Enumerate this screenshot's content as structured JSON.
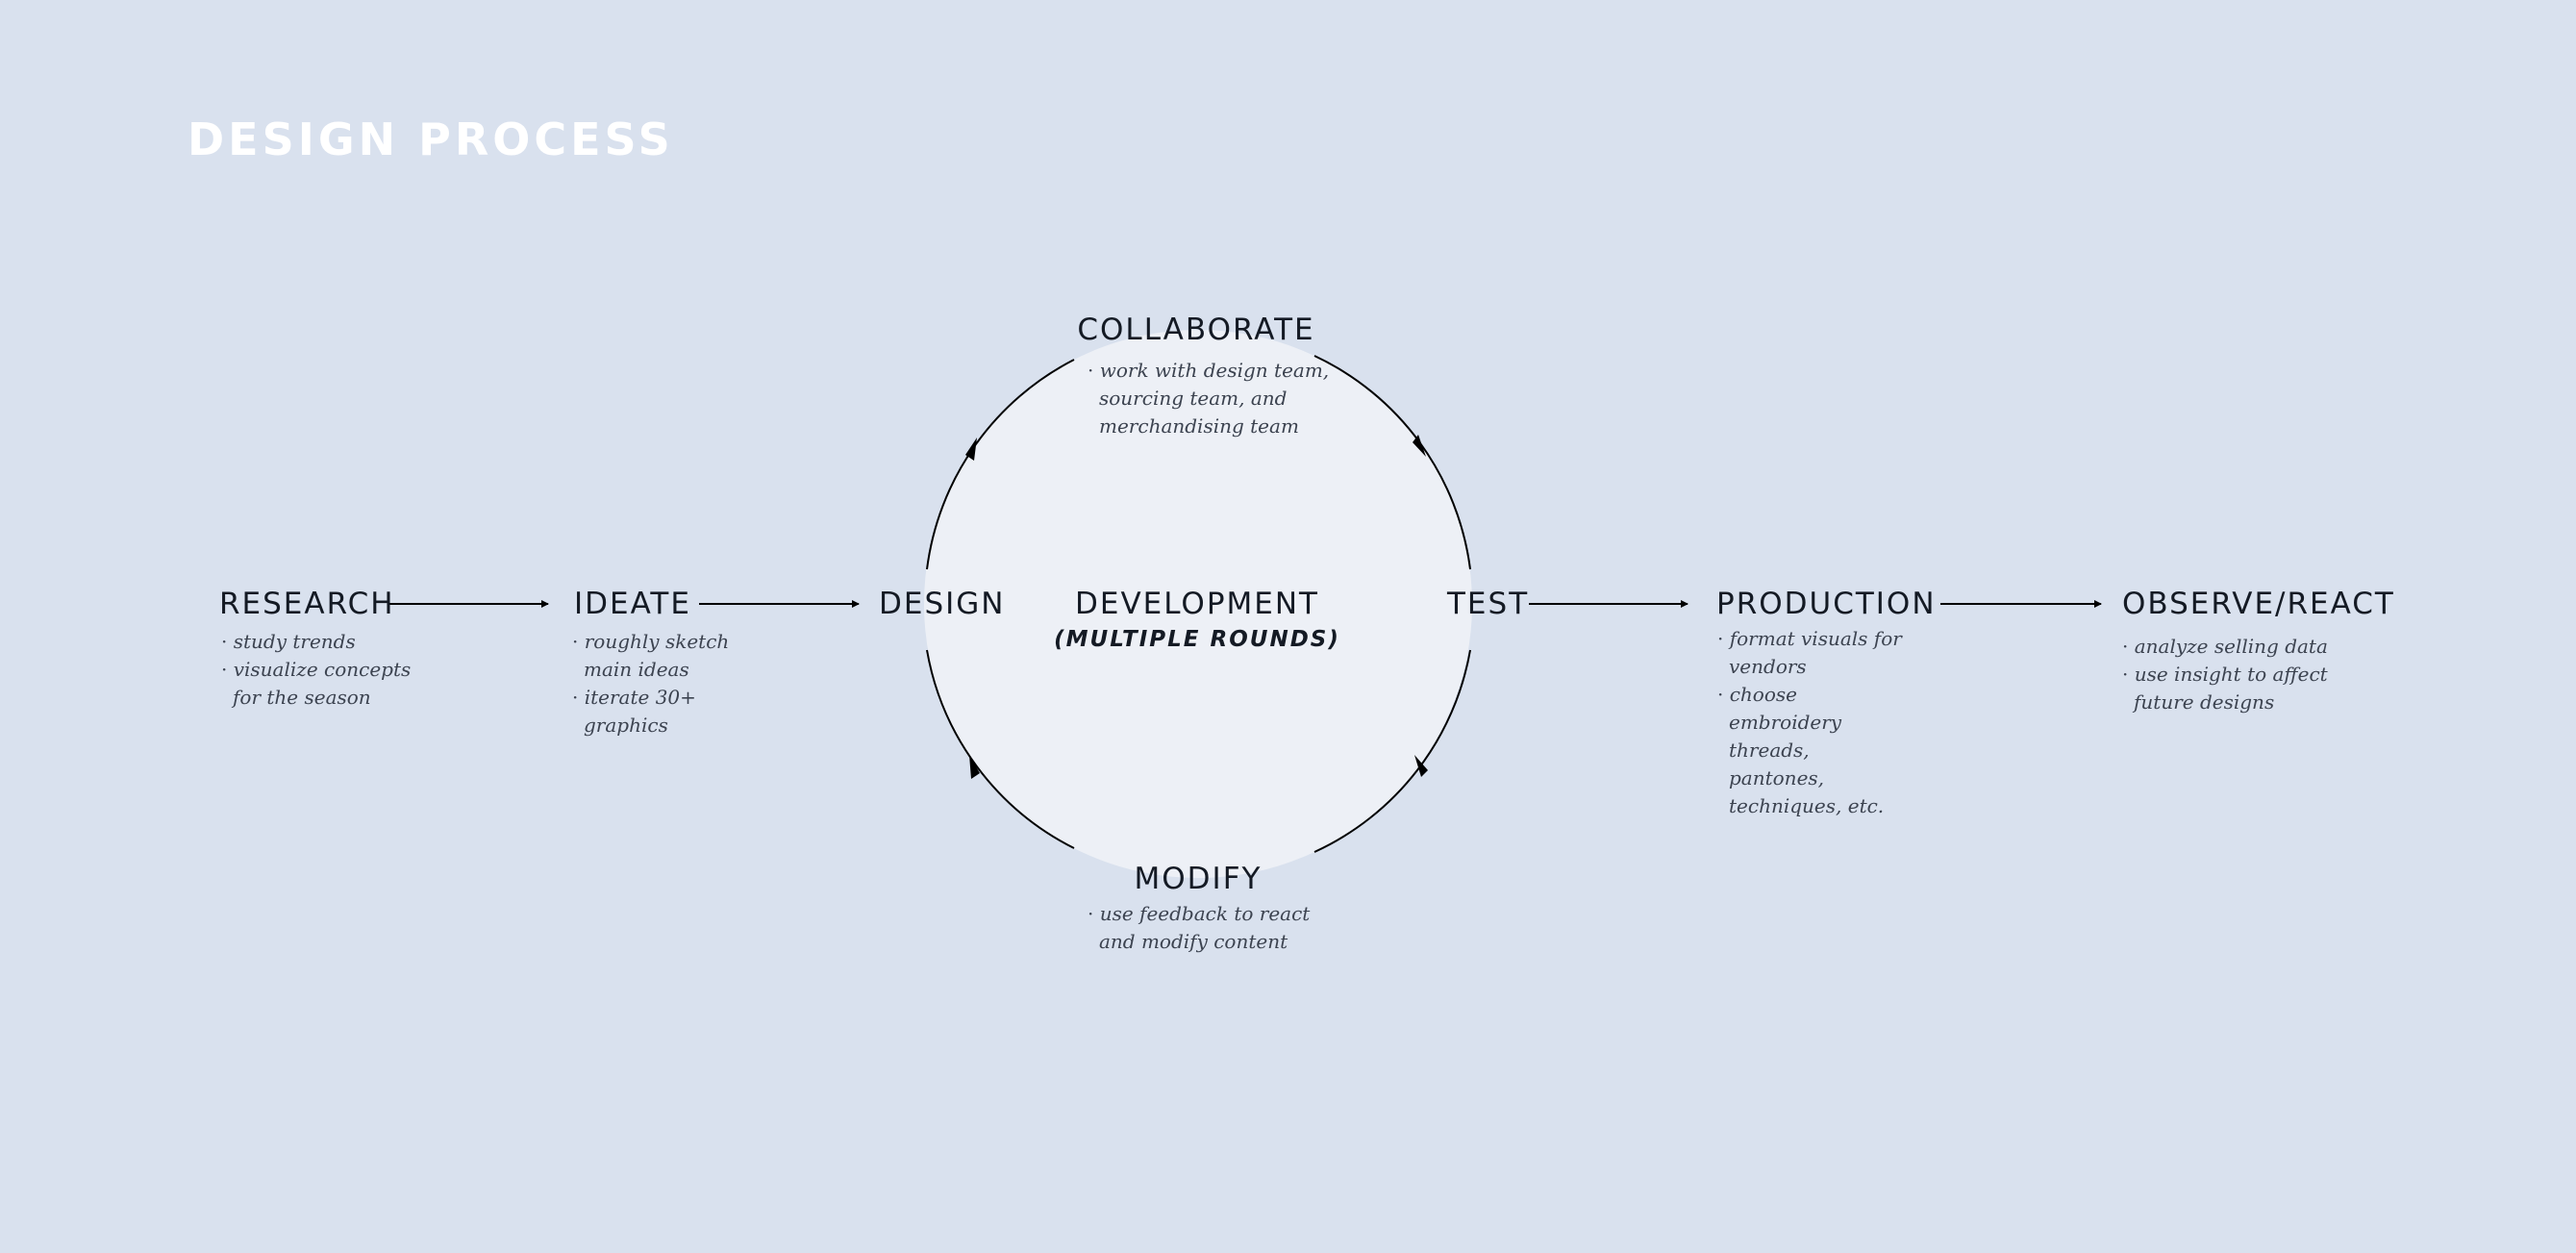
{
  "title": "DESIGN PROCESS",
  "stages": {
    "research": {
      "label": "RESEARCH",
      "notes": [
        "study trends",
        "visualize concepts for the season"
      ]
    },
    "ideate": {
      "label": "IDEATE",
      "notes": [
        "roughly sketch main ideas",
        "iterate 30+ graphics"
      ]
    },
    "design": {
      "label": "DESIGN"
    },
    "collaborate": {
      "label": "COLLABORATE",
      "notes": [
        "work with design team, sourcing team, and merchandising team"
      ]
    },
    "development": {
      "label": "DEVELOPMENT",
      "sublabel": "(MULTIPLE ROUNDS)"
    },
    "test": {
      "label": "TEST"
    },
    "modify": {
      "label": "MODIFY",
      "notes": [
        "use feedback to react and modify content"
      ]
    },
    "production": {
      "label": "PRODUCTION",
      "notes": [
        "format visuals for vendors",
        "choose embroidery threads, pantones, techniques, etc."
      ]
    },
    "observe": {
      "label": "OBSERVE/REACT",
      "notes": [
        "analyze selling data",
        "use insight to affect future designs"
      ]
    }
  },
  "colors": {
    "background": "#d9e1ee",
    "circle_fill": "#edf0f6",
    "title": "#ffffff",
    "label": "#141a24",
    "note_text": "#3c4350",
    "line": "#000000"
  }
}
